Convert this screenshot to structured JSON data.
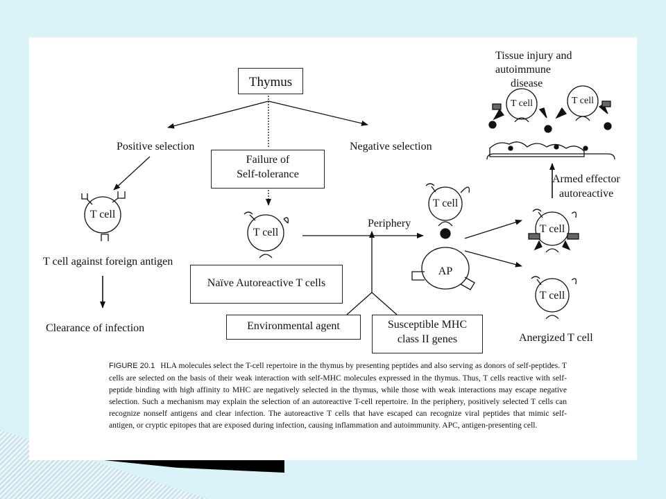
{
  "figure": {
    "nodes": {
      "thymus": "Thymus",
      "positive_selection": "Positive selection",
      "negative_selection": "Negative selection",
      "failure_line1": "Failure of",
      "failure_line2": "Self-tolerance",
      "naive": "Naïve Autoreactive T cells",
      "t_cell_foreign": "T cell against foreign antigen",
      "clearance": "Clearance of infection",
      "periphery": "Periphery",
      "environmental": "Environmental agent",
      "mhc_line1": "Susceptible MHC",
      "mhc_line2": "class II genes",
      "apc": "AP",
      "anergized": "Anergized T cell",
      "armed_line1": "Armed effector",
      "armed_line2": "autoreactive",
      "tissue_line1": "Tissue injury and",
      "tissue_line2": "autoimmune",
      "tissue_line3": "disease"
    },
    "cell_labels": {
      "positive": "T cell",
      "naive": "T cell",
      "apc_bound": "T cell",
      "armed": "T cell",
      "anergized": "T cell",
      "tissue_left": "T cell",
      "tissue_right": "T cell"
    }
  },
  "caption": {
    "label": "FIGURE 20.1",
    "text": "HLA molecules select the T-cell repertoire in the thymus by presenting peptides and also serving as donors of self-peptides. T cells are selected on the basis of their weak interaction with self-MHC molecules expressed in the thymus. Thus, T cells reactive with self-peptide binding with high affinity to MHC are negatively selected in the thymus, while those with weak interactions may escape negative selection. Such a mechanism may explain the selection of an autoreactive T-cell repertoire. In the periphery, positively selected T cells can recognize nonself antigens and clear infection. The autoreactive T cells that have escaped can recognize viral peptides that mimic self-antigen, or cryptic epitopes that are exposed during infection, causing inflammation and autoimmunity. APC, antigen-presenting cell."
  }
}
